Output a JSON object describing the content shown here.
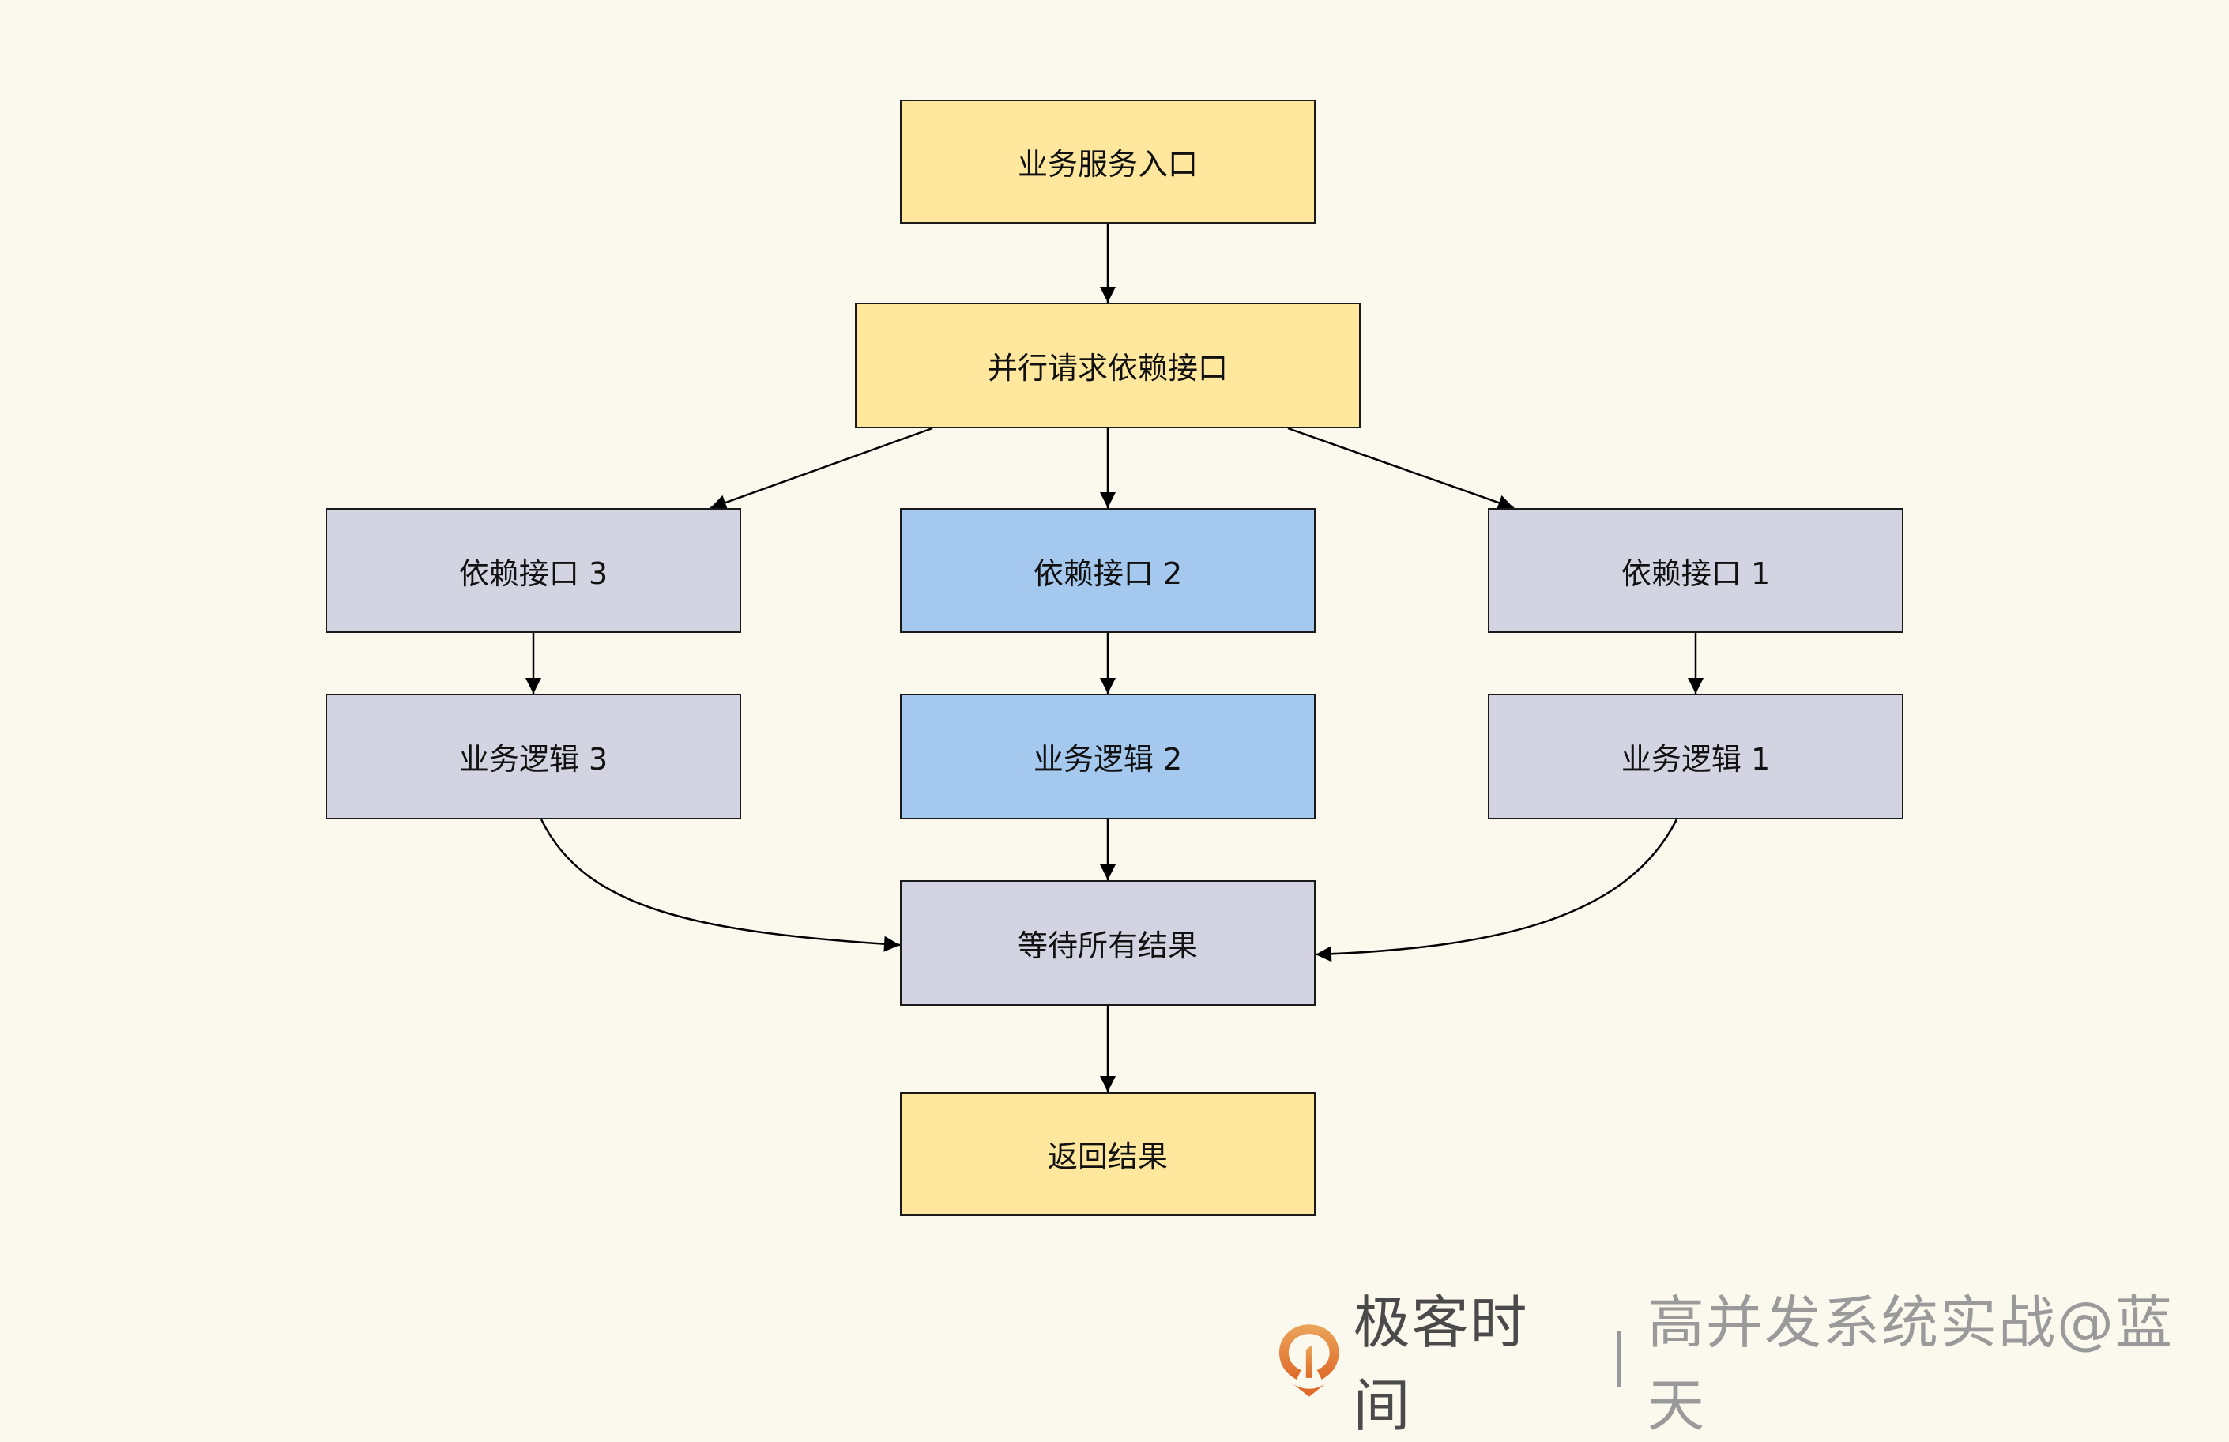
{
  "diagram": {
    "colors": {
      "background": "#FBF8EE",
      "entry": "#FFE79E",
      "highlight": "#A4C8EE",
      "neutral": "#D4D3E2",
      "stroke": "#1a1a1a"
    },
    "nodes": {
      "entry": {
        "label": "业务服务入口",
        "style": "entry"
      },
      "parallel": {
        "label": "并行请求依赖接口",
        "style": "entry"
      },
      "dep3": {
        "label": "依赖接口 3",
        "style": "neutral"
      },
      "dep2": {
        "label": "依赖接口 2",
        "style": "highlight"
      },
      "dep1": {
        "label": "依赖接口 1",
        "style": "neutral"
      },
      "logic3": {
        "label": "业务逻辑 3",
        "style": "neutral"
      },
      "logic2": {
        "label": "业务逻辑 2",
        "style": "highlight"
      },
      "logic1": {
        "label": "业务逻辑 1",
        "style": "neutral"
      },
      "wait": {
        "label": "等待所有结果",
        "style": "neutral"
      },
      "result": {
        "label": "返回结果",
        "style": "entry"
      }
    },
    "edges": [
      {
        "from": "entry",
        "to": "parallel"
      },
      {
        "from": "parallel",
        "to": "dep3"
      },
      {
        "from": "parallel",
        "to": "dep2"
      },
      {
        "from": "parallel",
        "to": "dep1"
      },
      {
        "from": "dep3",
        "to": "logic3"
      },
      {
        "from": "dep2",
        "to": "logic2"
      },
      {
        "from": "dep1",
        "to": "logic1"
      },
      {
        "from": "logic3",
        "to": "wait"
      },
      {
        "from": "logic2",
        "to": "wait"
      },
      {
        "from": "logic1",
        "to": "wait"
      },
      {
        "from": "wait",
        "to": "result"
      }
    ]
  },
  "watermark": {
    "brand": "极客时间",
    "course": "高并发系统实战@蓝天",
    "logo_icon": "geektime-logo-icon",
    "logo_color": "#E8792E"
  }
}
